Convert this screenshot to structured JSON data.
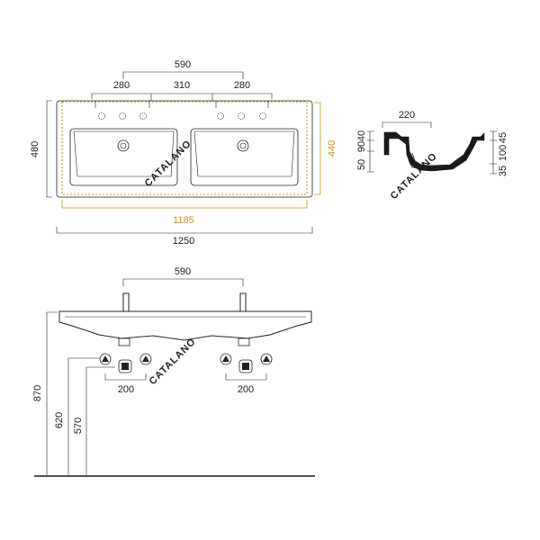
{
  "top_view": {
    "dim_590": "590",
    "dim_280_left": "280",
    "dim_310": "310",
    "dim_280_right": "280",
    "dim_480": "480",
    "dim_440": "440",
    "dim_1185": "1185",
    "dim_1250": "1250",
    "inner_dim_color": "#c8961e"
  },
  "side_section": {
    "dim_220": "220",
    "left_stack": [
      "50",
      "90",
      "40"
    ],
    "right_stack": [
      "35",
      "100",
      "45"
    ]
  },
  "front_view": {
    "dim_590": "590",
    "dim_870": "870",
    "dim_620": "620",
    "dim_570": "570",
    "dim_200_left": "200",
    "dim_200_right": "200"
  },
  "watermark": "CATALANO"
}
